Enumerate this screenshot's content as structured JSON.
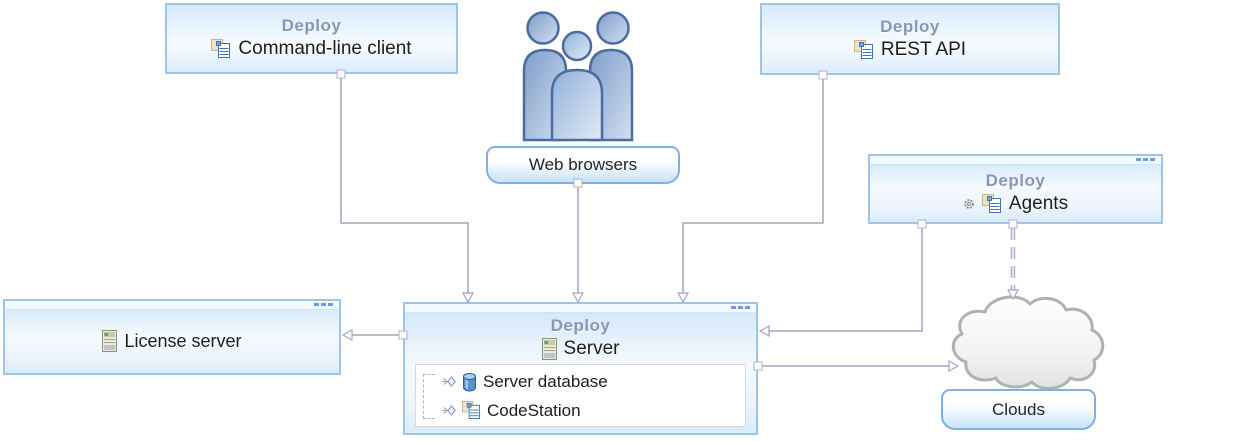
{
  "diagram": {
    "product": "Deploy",
    "nodes": {
      "cli": {
        "title": "Deploy",
        "label": "Command-line client",
        "icon": "component-icon"
      },
      "web_browsers": {
        "label": "Web browsers",
        "icon": "users-icon"
      },
      "rest_api": {
        "title": "Deploy",
        "label": "REST API",
        "icon": "component-icon"
      },
      "agents": {
        "title": "Deploy",
        "label": "Agents",
        "icons": [
          "gear-icon",
          "component-icon"
        ]
      },
      "license_server": {
        "label": "License server",
        "icon": "server-icon"
      },
      "server": {
        "title": "Deploy",
        "label": "Server",
        "icon": "server-icon",
        "items": [
          {
            "label": "Server database",
            "icon": "database-icon",
            "prefix": "delegate-arrow-icon"
          },
          {
            "label": "CodeStation",
            "icon": "component-icon",
            "prefix": "delegate-arrow-icon"
          }
        ]
      },
      "clouds": {
        "label": "Clouds",
        "icon": "cloud-icon"
      }
    },
    "connections": [
      {
        "from": "cli",
        "to": "server",
        "style": "solid"
      },
      {
        "from": "web_browsers",
        "to": "server",
        "style": "solid"
      },
      {
        "from": "rest_api",
        "to": "server",
        "style": "solid"
      },
      {
        "from": "agents",
        "to": "server",
        "style": "solid"
      },
      {
        "from": "agents",
        "to": "clouds",
        "style": "dashed"
      },
      {
        "from": "server",
        "to": "clouds",
        "style": "solid"
      },
      {
        "from": "server",
        "to": "license_server",
        "style": "solid"
      }
    ],
    "colors": {
      "box_border": "#9ec4e6",
      "box_fill": "#d7eafa",
      "title_text": "#8b95b6",
      "label_text": "#1d1d1d",
      "connector": "#a9a1c4",
      "pill_border": "#7fb0e0"
    }
  }
}
